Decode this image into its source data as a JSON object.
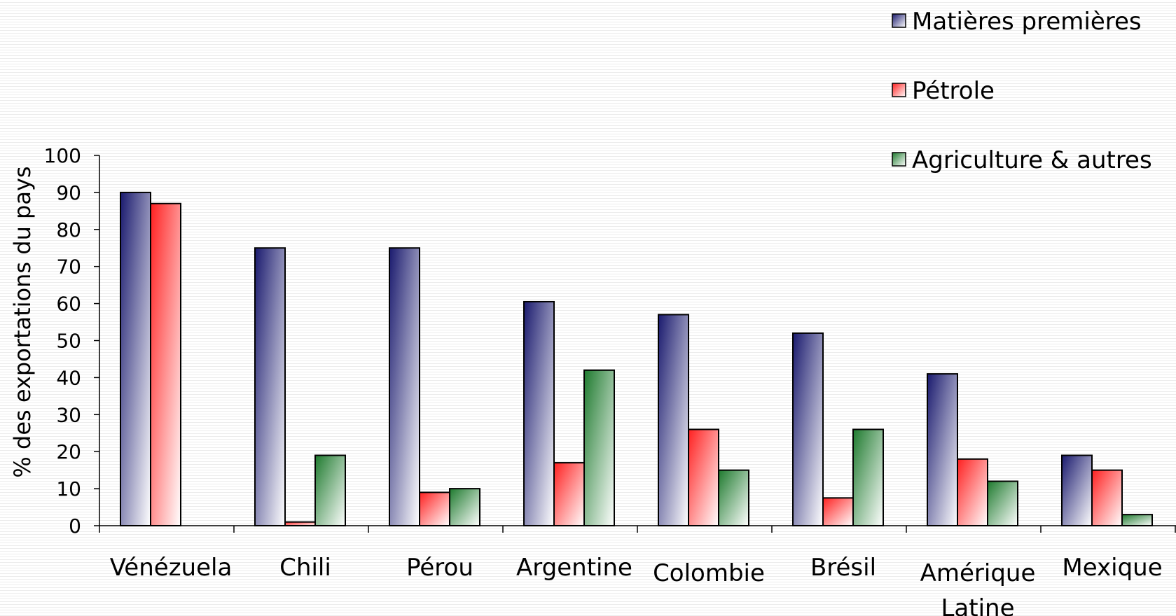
{
  "chart_data": {
    "type": "bar",
    "title": "",
    "xlabel": "",
    "ylabel": "% des exportations du pays",
    "ylim": [
      0,
      100
    ],
    "yticks": [
      0,
      10,
      20,
      30,
      40,
      50,
      60,
      70,
      80,
      90,
      100
    ],
    "grid": false,
    "legend_position": "top-right",
    "categories": [
      "Vénézuela",
      "Chili",
      "Pérou",
      "Argentine",
      "Colombie",
      "Brésil",
      "Amérique Latine",
      "Mexique"
    ],
    "category_lines": [
      [
        "Vénézuela"
      ],
      [
        "Chili"
      ],
      [
        "Pérou"
      ],
      [
        "Argentine"
      ],
      [
        "Colombie"
      ],
      [
        "Brésil"
      ],
      [
        "Amérique",
        "Latine"
      ],
      [
        "Mexique"
      ]
    ],
    "series": [
      {
        "name": "Matières premières",
        "values": [
          90,
          75,
          75,
          60.5,
          57,
          52,
          41,
          19
        ],
        "color": "#1a1a6e"
      },
      {
        "name": "Pétrole",
        "values": [
          87,
          1,
          9,
          17,
          26,
          7.5,
          18,
          15
        ],
        "color": "#ff2020"
      },
      {
        "name": "Agriculture & autres",
        "values": [
          null,
          19,
          10,
          42,
          15,
          26,
          12,
          3
        ],
        "color": "#1e7a2e"
      }
    ]
  }
}
